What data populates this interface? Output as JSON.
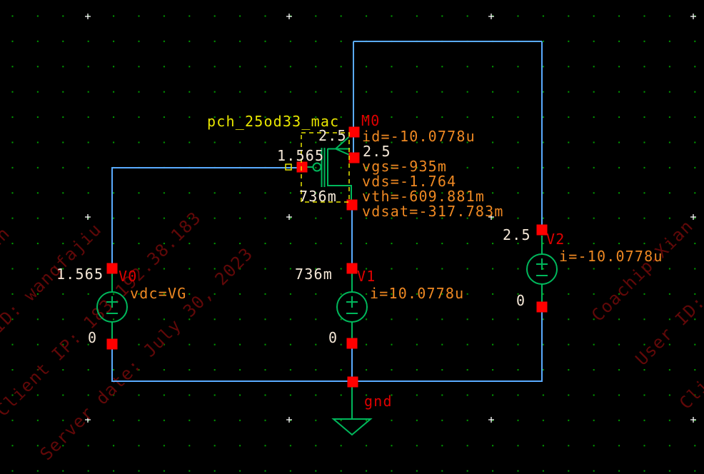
{
  "palette": {
    "wire_blue": "#5aabff",
    "symbol_green": "#00b85c",
    "pin_red": "#ff0000",
    "label_red": "#e00000",
    "annotation_orange": "#ee8822",
    "value_white": "#f5e8d8",
    "highlight_yellow": "#e8e600",
    "watermark_maroon": "#610808",
    "grid_green": "#00a000",
    "background": "#000000"
  },
  "device": {
    "cell_label": "pch_25od33_mac",
    "instance_label": "M0",
    "pin_voltages": {
      "source": "2.5",
      "gate": "1.565",
      "drain": "736m",
      "bulk": "2.5"
    },
    "op_annotations": [
      "id=-10.0778u",
      "vgs=-935m",
      "vds=-1.764",
      "vth=-609.881m",
      "vdsat=-317.783m"
    ]
  },
  "sources": [
    {
      "name": "V0",
      "pos_voltage": "1.565",
      "neg_voltage": "0",
      "annotation": "vdc=VG"
    },
    {
      "name": "V1",
      "pos_voltage": "736m",
      "neg_voltage": "0",
      "annotation": "i=10.0778u"
    },
    {
      "name": "V2",
      "pos_voltage": "2.5",
      "neg_voltage": "0",
      "annotation": "i=-10.0778u"
    }
  ],
  "ground": {
    "label": "gnd"
  },
  "watermark": {
    "lines": [
      "Coachip-Xian",
      "User ID: wangfajiu",
      "Client IP: 183.192.38.183",
      "Server date: July 30, 2023"
    ]
  }
}
